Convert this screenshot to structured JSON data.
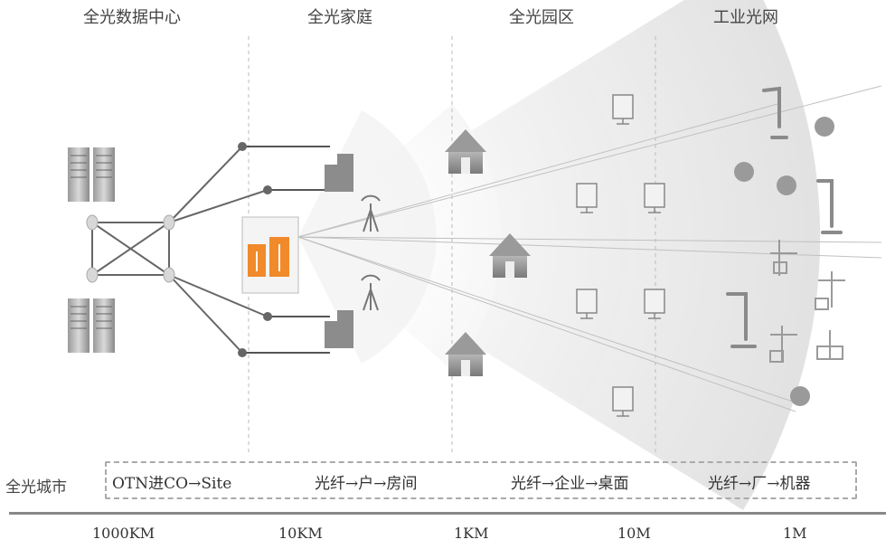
{
  "headers": [
    "全光数据中心",
    "全光家庭",
    "全光园区",
    "工业光网"
  ],
  "row_label": "全光城市",
  "paths": [
    "OTN进CO→Site",
    "光纤→户→房间",
    "光纤→企业→桌面",
    "光纤→厂→机器"
  ],
  "distances": [
    "1000KM",
    "10KM",
    "1KM",
    "10M",
    "1M"
  ],
  "colors": {
    "accent_orange": "#f08a2a",
    "fan_gray": "#d9d9d9",
    "line_gray": "#999999"
  }
}
